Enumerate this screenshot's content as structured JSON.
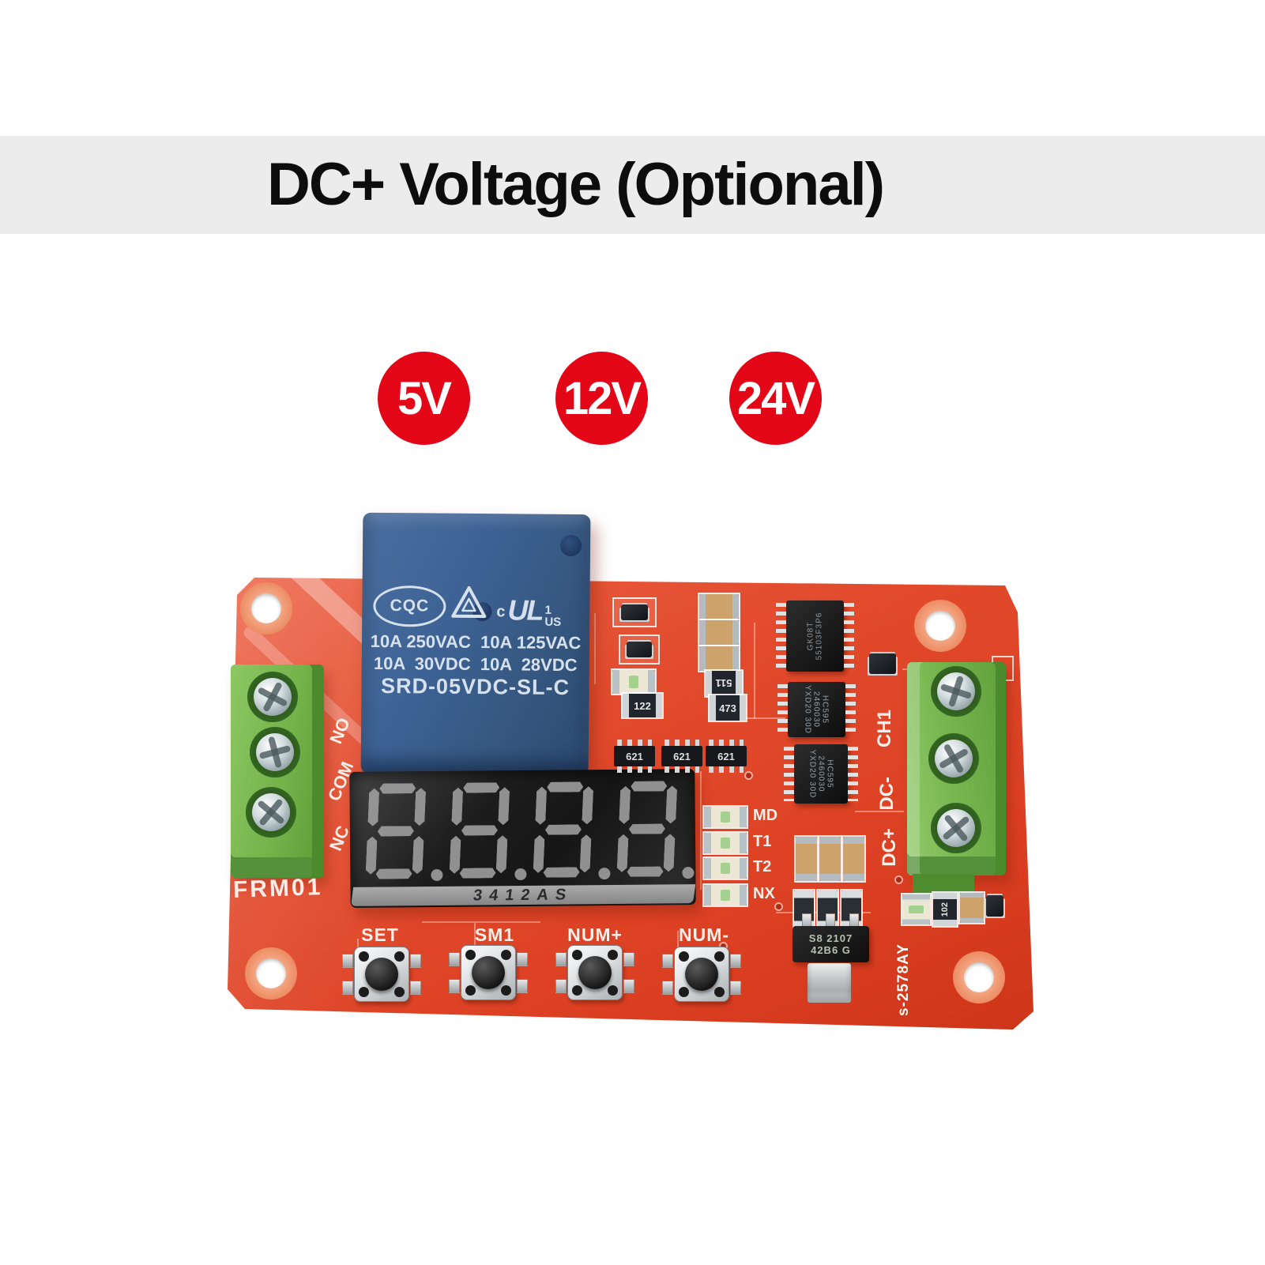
{
  "banner": {
    "title": "DC+ Voltage (Optional)"
  },
  "badges": [
    {
      "label": "5V"
    },
    {
      "label": "12V"
    },
    {
      "label": "24V"
    }
  ],
  "pcb": {
    "model": "FRM01",
    "serial": "s-2578AY",
    "relay": {
      "cert_cqc": "CQC",
      "cert_ul_c": "c",
      "cert_ul": "UL",
      "cert_ul_1": "1",
      "cert_ul_us": "US",
      "ratings_line1": "10A 250VAC  10A 125VAC",
      "ratings_line2": "10A  30VDC  10A  28VDC",
      "part_number": "SRD-05VDC-SL-C"
    },
    "display": {
      "value": "8.8.8.8",
      "part_number": "3412AS"
    },
    "buttons": [
      {
        "label": "SET"
      },
      {
        "label": "SM1"
      },
      {
        "label": "NUM+"
      },
      {
        "label": "NUM-"
      }
    ],
    "left_terminal_labels": [
      {
        "text": "NO"
      },
      {
        "text": "COM"
      },
      {
        "text": "NC"
      }
    ],
    "right_terminal_labels": [
      {
        "text": "CH1"
      },
      {
        "text": "DC-"
      },
      {
        "text": "DC+"
      }
    ],
    "status_leds": [
      {
        "label": "MD"
      },
      {
        "label": "T1"
      },
      {
        "label": "T2"
      },
      {
        "label": "NX"
      }
    ],
    "ics": {
      "u1_line1": "GK08T",
      "u1_line2": "55103F3P6",
      "hc595_line1": "HC595",
      "hc595_line2": "2460030",
      "hc595_line3": "YXD20 30D"
    },
    "smd": {
      "r122": "122",
      "r511": "511",
      "r473": "473",
      "net621": "621",
      "r102": "102"
    },
    "regulator": {
      "line1": "S8 2107",
      "line2": "42B6 G"
    }
  },
  "colors": {
    "badge_red": "#e30617",
    "pcb_red": "#e04a2c",
    "relay_blue": "#3c6191",
    "terminal_green": "#74b24a",
    "banner_gray": "#ececec"
  }
}
